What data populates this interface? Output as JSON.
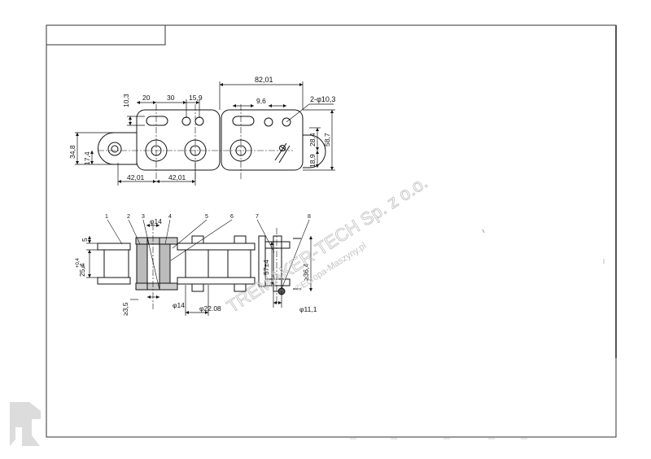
{
  "top_view": {
    "dims": {
      "pitch_total": "82,01",
      "hole_spec": "2-φ10,3",
      "d_10_3": "10,3",
      "d_20": "20",
      "d_30": "30",
      "d_15_9": "15,9",
      "d_9_6": "9,6",
      "d_34_8": "34,8",
      "d_17_4": "17,4",
      "d_42_01_a": "42,01",
      "d_42_01_b": "42,01",
      "d_28_4": "28,4",
      "d_58_7": "58,7",
      "d_18_9": "18,9"
    }
  },
  "section_view": {
    "callouts": [
      "1",
      "2",
      "3",
      "4",
      "5",
      "6",
      "7",
      "8"
    ],
    "dims": {
      "phi14_top": "φ14",
      "d_5": "5",
      "d_25_4": "25,4",
      "tol": "+0,4\n0",
      "d_3_5": "≥3,5",
      "phi14_bottom": "φ14",
      "phi22_08": "φ22.08",
      "d_57_4": "57±4",
      "d_36_4": "≥36,4",
      "phi11_1": "φ11,1"
    }
  },
  "watermark": {
    "company": "TREMAKER-TECH Sp. z o.o.",
    "site": "©Europa-Maszyny.pl"
  }
}
